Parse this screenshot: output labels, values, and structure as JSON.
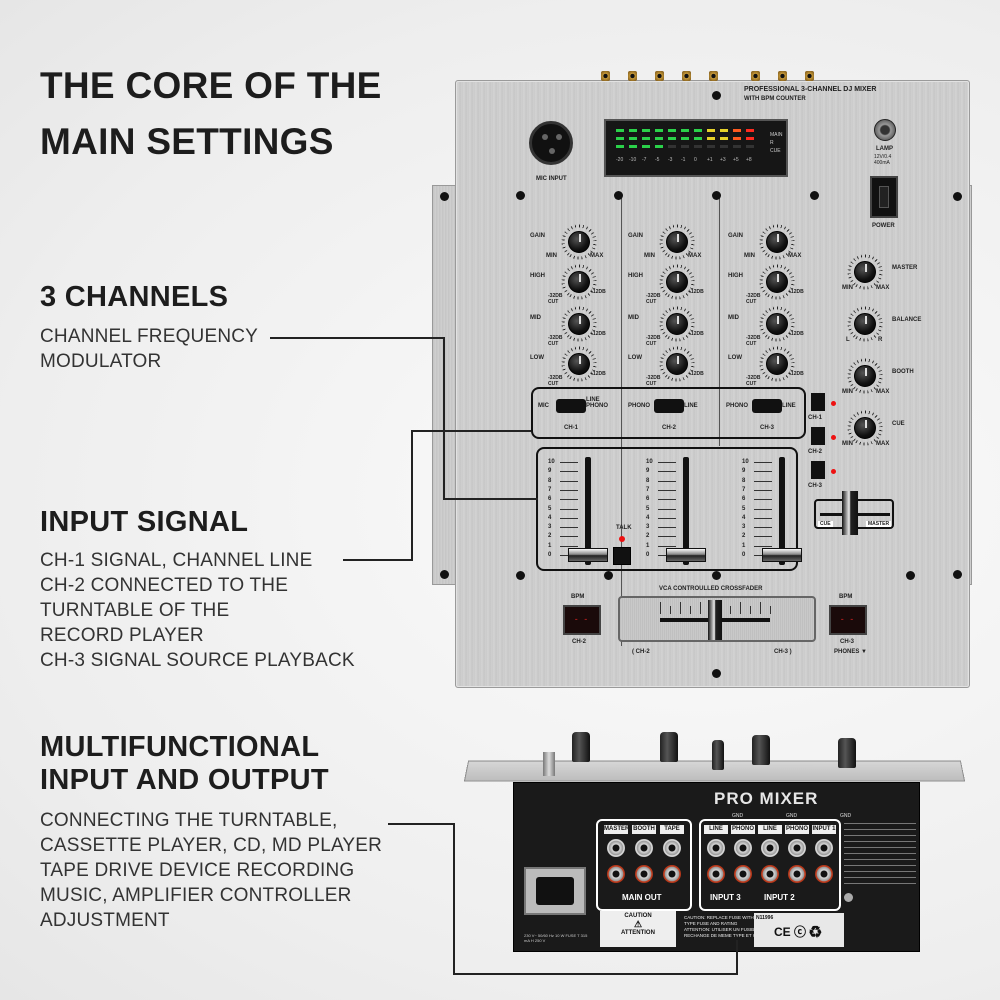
{
  "headings": {
    "core": [
      "THE CORE OF THE",
      "MAIN SETTINGS"
    ],
    "channels": "3 CHANNELS",
    "input_signal": "INPUT SIGNAL",
    "multifunctional": [
      "MULTIFUNCTIONAL",
      "INPUT AND OUTPUT"
    ]
  },
  "descriptions": {
    "channels": [
      "CHANNEL FREQUENCY",
      "MODULATOR"
    ],
    "input_signal": [
      "CH-1 SIGNAL, CHANNEL LINE",
      "CH-2 CONNECTED TO THE",
      "TURNTABLE OF THE",
      "RECORD PLAYER",
      "CH-3 SIGNAL SOURCE PLAYBACK"
    ],
    "multifunctional": [
      "CONNECTING THE TURNTABLE,",
      "CASSETTE PLAYER, CD, MD PLAYER",
      "TAPE DRIVE DEVICE RECORDING",
      "MUSIC, AMPLIFIER CONTROLLER",
      "ADJUSTMENT"
    ]
  },
  "mixer": {
    "model_line1": "PROFESSIONAL 3-CHANNEL DJ MIXER",
    "model_line2": "WITH BPM COUNTER",
    "mic_input": "MIC INPUT",
    "lamp": "LAMP",
    "lamp_spec": "12V/0.4 400mA",
    "power": "POWER",
    "eq_labels": [
      "GAIN",
      "HIGH",
      "MID",
      "LOW"
    ],
    "min": "MIN",
    "max": "MAX",
    "cut": "-32dB CUT",
    "boost": "+12dB",
    "master_labels": [
      "MASTER",
      "BALANCE",
      "BOOTH",
      "CUE"
    ],
    "balance_l": "L",
    "balance_r": "R",
    "switch_left": [
      "MIC",
      "PHONO",
      "PHONO"
    ],
    "switch_right": [
      "LINE PHONO",
      "LINE",
      "LINE"
    ],
    "channels": [
      "CH-1",
      "CH-2",
      "CH-3"
    ],
    "fader_scale": [
      "10",
      "9",
      "8",
      "7",
      "6",
      "5",
      "4",
      "3",
      "2",
      "1",
      "0"
    ],
    "talk": "TALK",
    "cue_mix": [
      "CUE",
      "MASTER"
    ],
    "crossfader": "VCA CONTROULLED CROSSFADER",
    "xfade_left": "( CH-2",
    "xfade_right": "CH-3 )",
    "bpm": "BPM",
    "bpm_left_ch": "CH-2",
    "bpm_right_ch": "CH-3",
    "phones": "PHONES ▼",
    "meter_scale": [
      "-20",
      "-10",
      "-7",
      "-5",
      "-3",
      "-1",
      "0",
      "+1",
      "+3",
      "+5",
      "+8"
    ],
    "meter_side": [
      "MAIN",
      "R",
      "CUE"
    ]
  },
  "back": {
    "brand": "PRO MIXER",
    "out_labels": [
      "MASTER",
      "BOOTH",
      "TAPE"
    ],
    "main_out": "MAIN OUT",
    "in_labels": [
      "LINE",
      "PHONO",
      "LINE",
      "PHONO",
      "INPUT 1"
    ],
    "input3": "INPUT 3",
    "input2": "INPUT 2",
    "gnd": [
      "GND",
      "GND",
      "GND"
    ],
    "power_spec": "230 V~ 50/60 Hz 10 W  FUSE T 315 mA H 250 V",
    "caution": "CAUTION",
    "attention": "ATTENTION",
    "caution_text": "CAUTION: REPLACE FUSE WITH SAME TYPE FUSE AND RATING",
    "attention_text": "ATTENTION: UTILISER UN FUSIBLE DE RECHANGE DE MEME TYPE ET CALIBRE",
    "cert": "N11996"
  }
}
